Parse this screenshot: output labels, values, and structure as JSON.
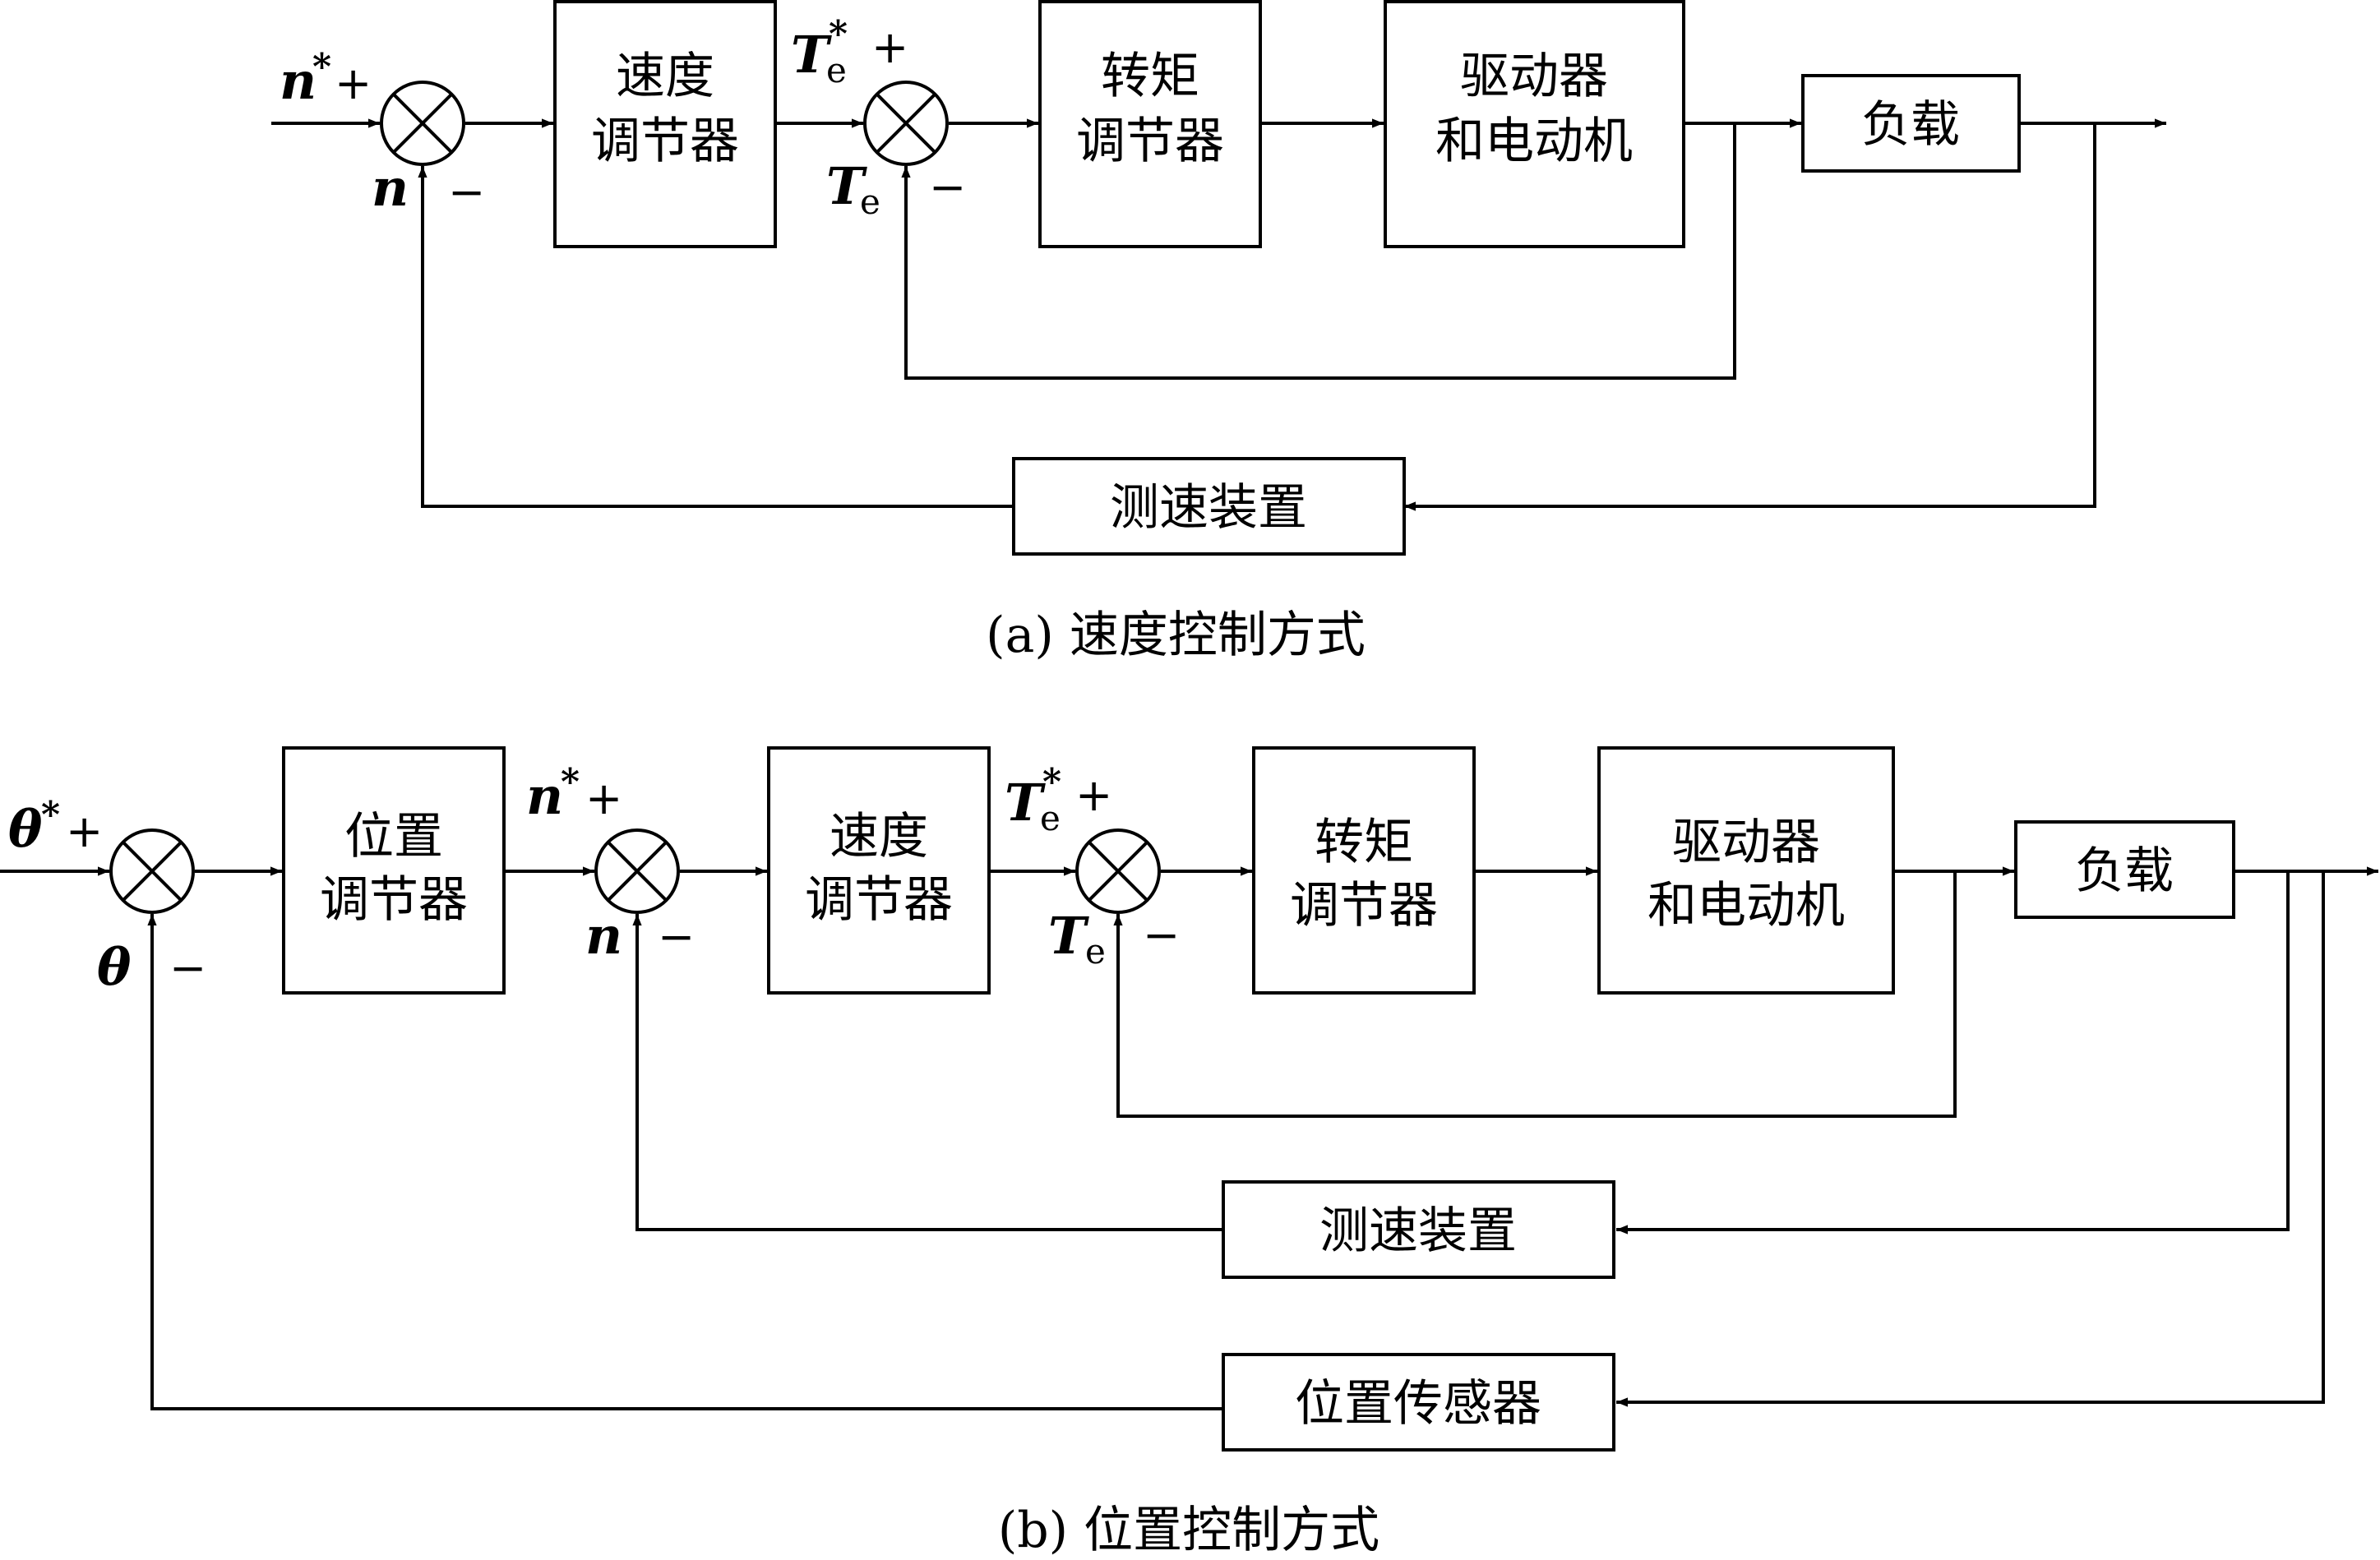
{
  "diagram_a": {
    "caption": "(a) 速度控制方式",
    "blocks": {
      "speed_regulator": [
        "速度",
        "调节器"
      ],
      "torque_regulator": [
        "转矩",
        "调节器"
      ],
      "driver_motor": [
        "驱动器",
        "和电动机"
      ],
      "load": "负载",
      "tacho": "测速装置"
    },
    "signals": {
      "n_ref": "n",
      "n_fb": "n",
      "T_ref": "T",
      "T_fb": "T",
      "sub_e": "e",
      "star": "*",
      "plus": "+",
      "minus": "−"
    }
  },
  "diagram_b": {
    "caption": "(b) 位置控制方式",
    "blocks": {
      "position_regulator": [
        "位置",
        "调节器"
      ],
      "speed_regulator": [
        "速度",
        "调节器"
      ],
      "torque_regulator": [
        "转矩",
        "调节器"
      ],
      "driver_motor": [
        "驱动器",
        "和电动机"
      ],
      "load": "负载",
      "tacho": "测速装置",
      "position_sensor": "位置传感器"
    },
    "signals": {
      "theta_ref": "θ",
      "theta_fb": "θ",
      "n_ref": "n",
      "n_fb": "n",
      "T_ref": "T",
      "T_fb": "T",
      "sub_e": "e",
      "star": "*",
      "plus": "+",
      "minus": "−"
    }
  }
}
